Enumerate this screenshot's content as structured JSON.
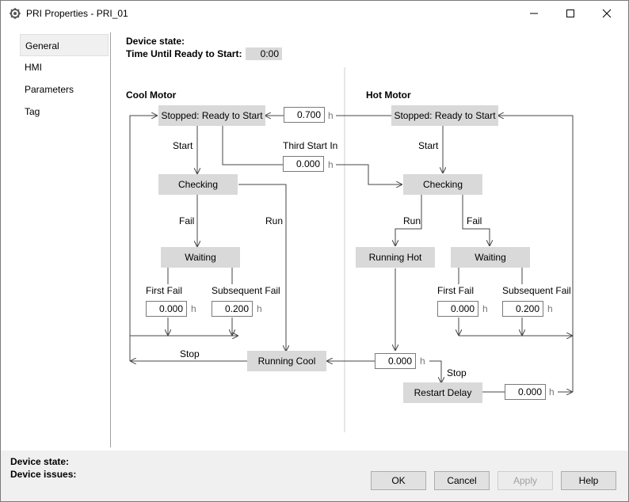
{
  "window": {
    "title": "PRI Properties - PRI_01",
    "minimize_icon": "minimize-icon",
    "maximize_icon": "maximize-icon",
    "close_icon": "close-icon",
    "app_icon": "gear-icon"
  },
  "nav": {
    "items": [
      {
        "label": "General"
      },
      {
        "label": "HMI"
      },
      {
        "label": "Parameters"
      },
      {
        "label": "Tag"
      }
    ],
    "selected": "General"
  },
  "header": {
    "device_state_label": "Device state:",
    "time_until_label": "Time Until Ready to Start:",
    "time_until_value": "0:00"
  },
  "cool": {
    "title": "Cool Motor",
    "stopped": "Stopped: Ready to Start",
    "start": "Start",
    "checking": "Checking",
    "fail": "Fail",
    "run": "Run",
    "waiting": "Waiting",
    "first_fail": "First Fail",
    "first_fail_value": "0.000",
    "subsequent_fail": "Subsequent Fail",
    "subsequent_fail_value": "0.200",
    "stop": "Stop",
    "running": "Running Cool"
  },
  "hot": {
    "title": "Hot Motor",
    "stopped": "Stopped: Ready to Start",
    "start": "Start",
    "checking": "Checking",
    "run": "Run",
    "fail": "Fail",
    "running": "Running Hot",
    "waiting": "Waiting",
    "first_fail": "First Fail",
    "first_fail_value": "0.000",
    "subsequent_fail": "Subsequent Fail",
    "subsequent_fail_value": "0.200",
    "stop": "Stop",
    "running_delay_value": "0.000",
    "restart_delay": "Restart Delay",
    "restart_delay_value": "0.000"
  },
  "shared": {
    "cool_restart_value": "0.700",
    "third_start_label": "Third Start In",
    "third_start_value": "0.000",
    "unit": "h"
  },
  "footer": {
    "device_state_label": "Device state:",
    "device_issues_label": "Device issues:",
    "ok": "OK",
    "cancel": "Cancel",
    "apply": "Apply",
    "help": "Help"
  }
}
